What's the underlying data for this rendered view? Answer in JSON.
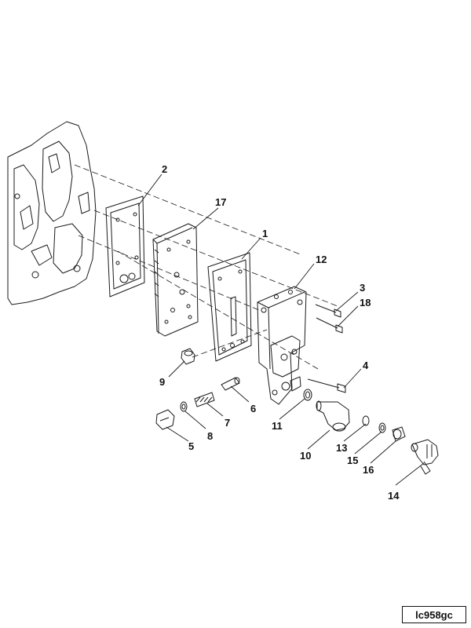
{
  "callouts": [
    {
      "id": "c2",
      "label": "2"
    },
    {
      "id": "c17",
      "label": "17"
    },
    {
      "id": "c1",
      "label": "1"
    },
    {
      "id": "c12",
      "label": "12"
    },
    {
      "id": "c3",
      "label": "3"
    },
    {
      "id": "c18",
      "label": "18"
    },
    {
      "id": "c4",
      "label": "4"
    },
    {
      "id": "c9",
      "label": "9"
    },
    {
      "id": "c6",
      "label": "6"
    },
    {
      "id": "c7",
      "label": "7"
    },
    {
      "id": "c8",
      "label": "8"
    },
    {
      "id": "c5",
      "label": "5"
    },
    {
      "id": "c11",
      "label": "11"
    },
    {
      "id": "c10",
      "label": "10"
    },
    {
      "id": "c13",
      "label": "13"
    },
    {
      "id": "c15",
      "label": "15"
    },
    {
      "id": "c16",
      "label": "16"
    },
    {
      "id": "c14",
      "label": "14"
    }
  ],
  "reference_code": "lc958gc",
  "colors": {
    "line": "#1a1a1a",
    "background": "#ffffff"
  }
}
